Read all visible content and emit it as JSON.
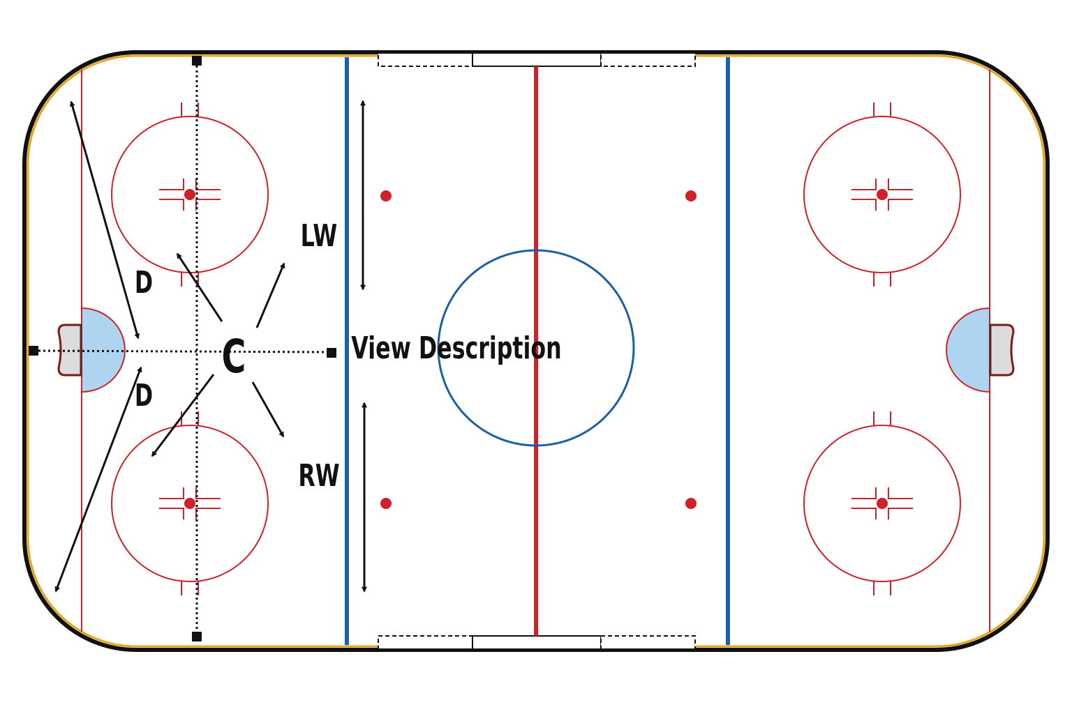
{
  "diagram": {
    "labels": {
      "center": "C",
      "left_wing": "LW",
      "right_wing": "RW",
      "defense_top": "D",
      "defense_bottom": "D"
    },
    "view_description": "View Description"
  },
  "colors": {
    "boards": "#111111",
    "kick_plate": "#e8a317",
    "red_line": "#d0202a",
    "blue_line": "#1a5fa8",
    "crease": "#aed4f0",
    "arrows": "#111111"
  }
}
